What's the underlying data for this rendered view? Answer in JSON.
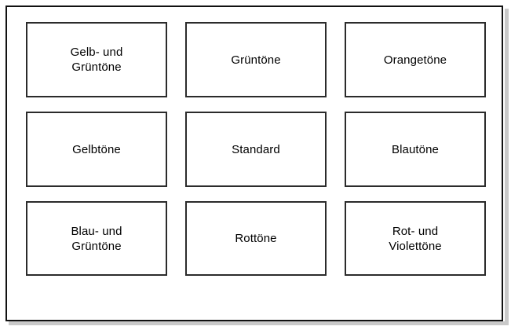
{
  "window": {
    "background_color": "#ffffff",
    "frame_border_color": "#111111",
    "frame_shadow_color": "#c9c9c9"
  },
  "palette_chooser": {
    "tile_border_color": "#2b2b2b",
    "tile_background_color": "#ffffff",
    "text_color": "#000000",
    "columns": 3,
    "rows": 3,
    "tiles": [
      {
        "label": "Gelb- und\nGrüntöne",
        "name": "gelb-und-gruentoene"
      },
      {
        "label": "Grüntöne",
        "name": "gruentoene"
      },
      {
        "label": "Orangetöne",
        "name": "orangetoene"
      },
      {
        "label": "Gelbtöne",
        "name": "gelbtoene"
      },
      {
        "label": "Standard",
        "name": "standard"
      },
      {
        "label": "Blautöne",
        "name": "blautoene"
      },
      {
        "label": "Blau- und\nGrüntöne",
        "name": "blau-und-gruentoene"
      },
      {
        "label": "Rottöne",
        "name": "rottoene"
      },
      {
        "label": "Rot- und\nViolettöne",
        "name": "rot-und-violettoene"
      }
    ]
  }
}
